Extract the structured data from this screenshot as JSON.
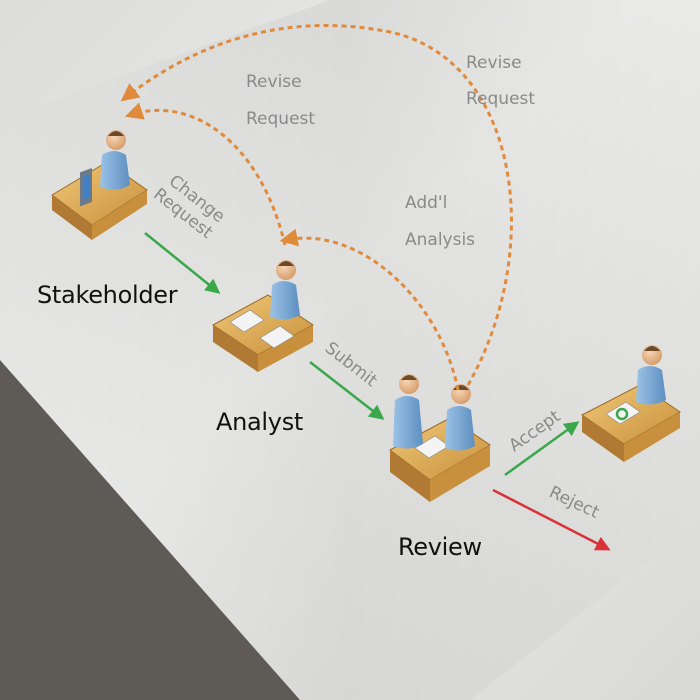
{
  "roles": {
    "stakeholder": "Stakeholder",
    "analyst": "Analyst",
    "review": "Review"
  },
  "flows": {
    "change_request": [
      "Change",
      "Request"
    ],
    "submit": "Submit",
    "accept": "Accept",
    "reject": "Reject",
    "revise_request_1": [
      "Revise",
      "Request"
    ],
    "revise_request_2": [
      "Revise",
      "Request"
    ],
    "addl_analysis": [
      "Add'l",
      "Analysis"
    ]
  },
  "colors": {
    "forward_arrow": "#3aa84a",
    "reject_arrow": "#d8323a",
    "feedback_arrow": "#e08a3c",
    "label_text": "#8a8a8a",
    "paper": "#e6e6e4",
    "desk": "#d9a85a",
    "person": "#7aa6cf"
  },
  "icons": {
    "stakeholder": "person-at-computer-desk-icon",
    "analyst": "person-at-desk-with-papers-icon",
    "review": "two-people-at-review-desk-icon",
    "outcome": "person-at-desk-with-approved-document-icon"
  }
}
